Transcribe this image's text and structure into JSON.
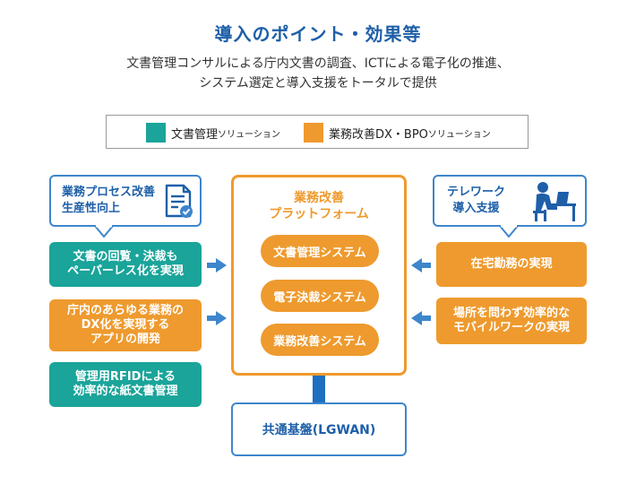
{
  "title": "導入のポイント・効果等",
  "subtitle": {
    "line1": "文書管理コンサルによる庁内文書の調査、ICTによる電子化の推進、",
    "line2": "システム選定と導入支援をトータルで提供"
  },
  "legend": {
    "teal": {
      "main": "文書管理",
      "small": "ソリューション"
    },
    "orange": {
      "main": "業務改善DX・BPO",
      "small": "ソリューション"
    }
  },
  "left_callout": {
    "line1": "業務プロセス改善",
    "line2": "生産性向上",
    "icon": "checklist-document-icon"
  },
  "right_callout": {
    "line1": "テレワーク",
    "line2": "導入支援",
    "icon": "person-at-desk-icon"
  },
  "left_boxes": [
    {
      "line1": "文書の回覧・決裁も",
      "line2": "ペーパーレス化を実現",
      "line3": ""
    },
    {
      "line1": "庁内のあらゆる業務の",
      "line2": "DX化を実現する",
      "line3": "アプリの開発"
    },
    {
      "line1": "管理用RFIDによる",
      "line2": "効率的な紙文書管理",
      "line3": ""
    }
  ],
  "platform": {
    "title_line1": "業務改善",
    "title_line2": "プラットフォーム",
    "systems": [
      "文書管理システム",
      "電子決裁システム",
      "業務改善システム"
    ]
  },
  "right_boxes": [
    {
      "line1": "在宅勤務の実現",
      "line2": ""
    },
    {
      "line1": "場所を問わず効率的な",
      "line2": "モバイルワークの実現"
    }
  ],
  "base": "共通基盤(LGWAN)",
  "colors": {
    "teal": "#1aa49a",
    "orange": "#ee9a2e",
    "blue": "#1e5fa8",
    "arrow": "#3d86cc"
  }
}
